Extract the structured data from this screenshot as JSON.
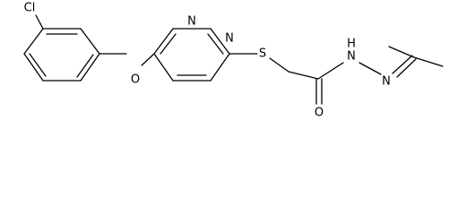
{
  "diagram": {
    "type": "chemical-structure",
    "atoms": {
      "cl": "Cl",
      "o_ether": "O",
      "n_top": "N",
      "n_right": "N",
      "s": "S",
      "o_carbonyl": "O",
      "nh": "N",
      "h": "H",
      "n_imine": "N"
    },
    "colors": {
      "ink": "#000000",
      "background": "#ffffff"
    }
  }
}
